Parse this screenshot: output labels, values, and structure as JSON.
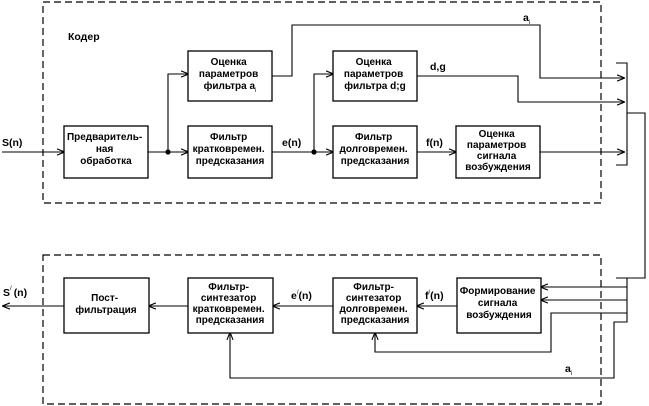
{
  "coder_label": "Кодер",
  "input_signal": "S(n)",
  "output_signal": {
    "base": "S",
    "prime": "/",
    "arg": "(n)"
  },
  "blocks": {
    "preprocess": [
      "Предваритель-",
      "ная",
      "обработка"
    ],
    "est_a": {
      "lines": [
        "Оценка",
        "параметров"
      ],
      "last_base": "фильтра a",
      "last_sub": "i"
    },
    "est_dg": [
      "Оценка",
      "параметров",
      "фильтра d;g"
    ],
    "short_filter": [
      "Фильтр",
      "кратковремен.",
      "предсказания"
    ],
    "long_filter": [
      "Фильтр",
      "долговремен.",
      "предсказания"
    ],
    "exc_est": [
      "Оценка",
      "параметров",
      "сигнала",
      "возбуждения"
    ],
    "exc_form": [
      "Формирование",
      "сигнала",
      "возбуждения"
    ],
    "long_synth": [
      "Фильтр-",
      "синтезатор",
      "долговремен.",
      "предсказания"
    ],
    "short_synth": [
      "Фильтр-",
      "синтезатор",
      "кратковремен.",
      "предсказания"
    ],
    "postfilter": [
      "Пост-",
      "фильтрация"
    ]
  },
  "signals": {
    "e": "e(n)",
    "f": "f(n)",
    "dg": "d,g",
    "a_top": {
      "base": "a",
      "sub": "i"
    },
    "a_bottom": {
      "base": "a",
      "sub": "i"
    },
    "e_prime": {
      "base": "e",
      "prime": "/",
      "arg": "(n)"
    },
    "f_prime": {
      "base": "f",
      "prime": "/",
      "arg": "(n)"
    }
  }
}
